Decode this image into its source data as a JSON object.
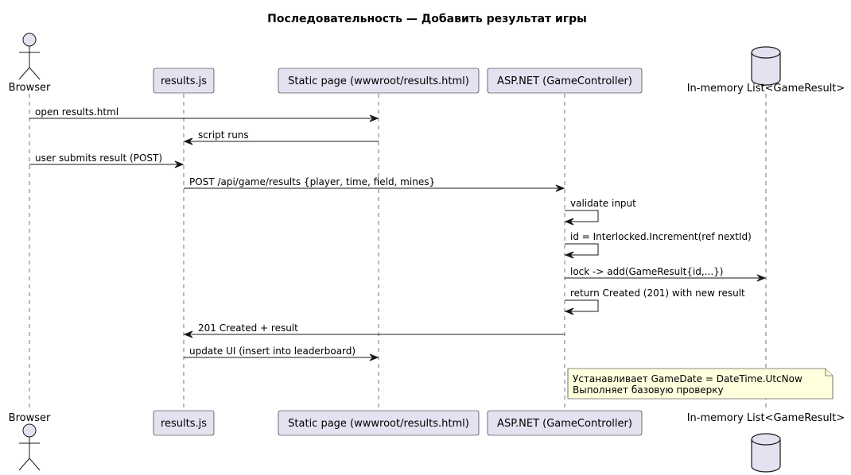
{
  "title": "Последовательность — Добавить результат игры",
  "participants": [
    {
      "id": "browser",
      "label": "Browser",
      "kind": "actor"
    },
    {
      "id": "resultsjs",
      "label": "results.js",
      "kind": "participant"
    },
    {
      "id": "static",
      "label": "Static page (wwwroot/results.html)",
      "kind": "participant"
    },
    {
      "id": "api",
      "label": "ASP.NET (GameController)",
      "kind": "participant"
    },
    {
      "id": "store",
      "label": "In-memory List<GameResult>",
      "kind": "database"
    }
  ],
  "messages": [
    {
      "from": "browser",
      "to": "static",
      "text": "open results.html"
    },
    {
      "from": "static",
      "to": "resultsjs",
      "text": "script runs"
    },
    {
      "from": "browser",
      "to": "resultsjs",
      "text": "user submits result (POST)"
    },
    {
      "from": "resultsjs",
      "to": "api",
      "text": "POST /api/game/results {player, time, field, mines}"
    },
    {
      "from": "api",
      "to": "api",
      "text": "validate input"
    },
    {
      "from": "api",
      "to": "api",
      "text": "id = Interlocked.Increment(ref nextId)"
    },
    {
      "from": "api",
      "to": "store",
      "text": "lock -> add(GameResult{id,...})"
    },
    {
      "from": "api",
      "to": "api",
      "text": "return Created (201) with new result"
    },
    {
      "from": "api",
      "to": "resultsjs",
      "text": "201 Created + result"
    },
    {
      "from": "resultsjs",
      "to": "static",
      "text": "update UI (insert into leaderboard)"
    }
  ],
  "note": {
    "over": "api",
    "lines": [
      "Устанавливает GameDate = DateTime.UtcNow",
      "Выполняет базовую проверку"
    ]
  },
  "colors": {
    "participant_fill": "#E2E2F0",
    "note_fill": "#FEFFDD",
    "line": "#181818"
  }
}
